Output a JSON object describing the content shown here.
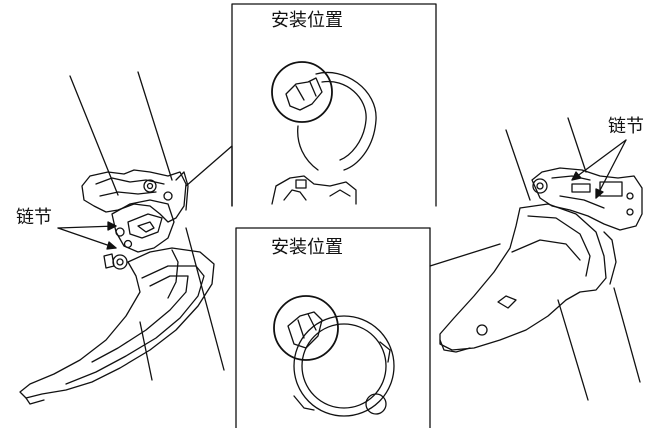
{
  "labels": {
    "top_inset_title": "安装位置",
    "bottom_inset_title": "安装位置",
    "left_callout": "链节",
    "right_callout": "链节"
  }
}
